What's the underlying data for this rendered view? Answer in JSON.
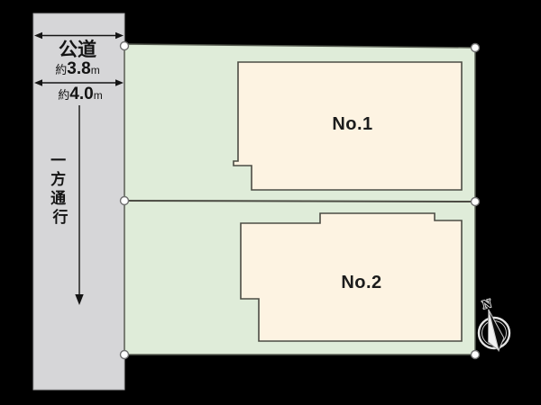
{
  "road": {
    "label": "公道",
    "measure_top": {
      "prefix": "約",
      "value": "3.8",
      "unit": "m"
    },
    "measure_bottom": {
      "prefix": "約",
      "value": "4.0",
      "unit": "m"
    },
    "one_way_chars": [
      "一",
      "方",
      "通",
      "行"
    ]
  },
  "lots": [
    {
      "label": "No.1"
    },
    {
      "label": "No.2"
    }
  ],
  "compass": {
    "label": "N"
  },
  "colors": {
    "bg": "#000000",
    "road": "#d6d6d8",
    "green": "#dfecd9",
    "cream": "#fdf3e2",
    "line": "#4c4c44",
    "marker": "#ffffff"
  }
}
